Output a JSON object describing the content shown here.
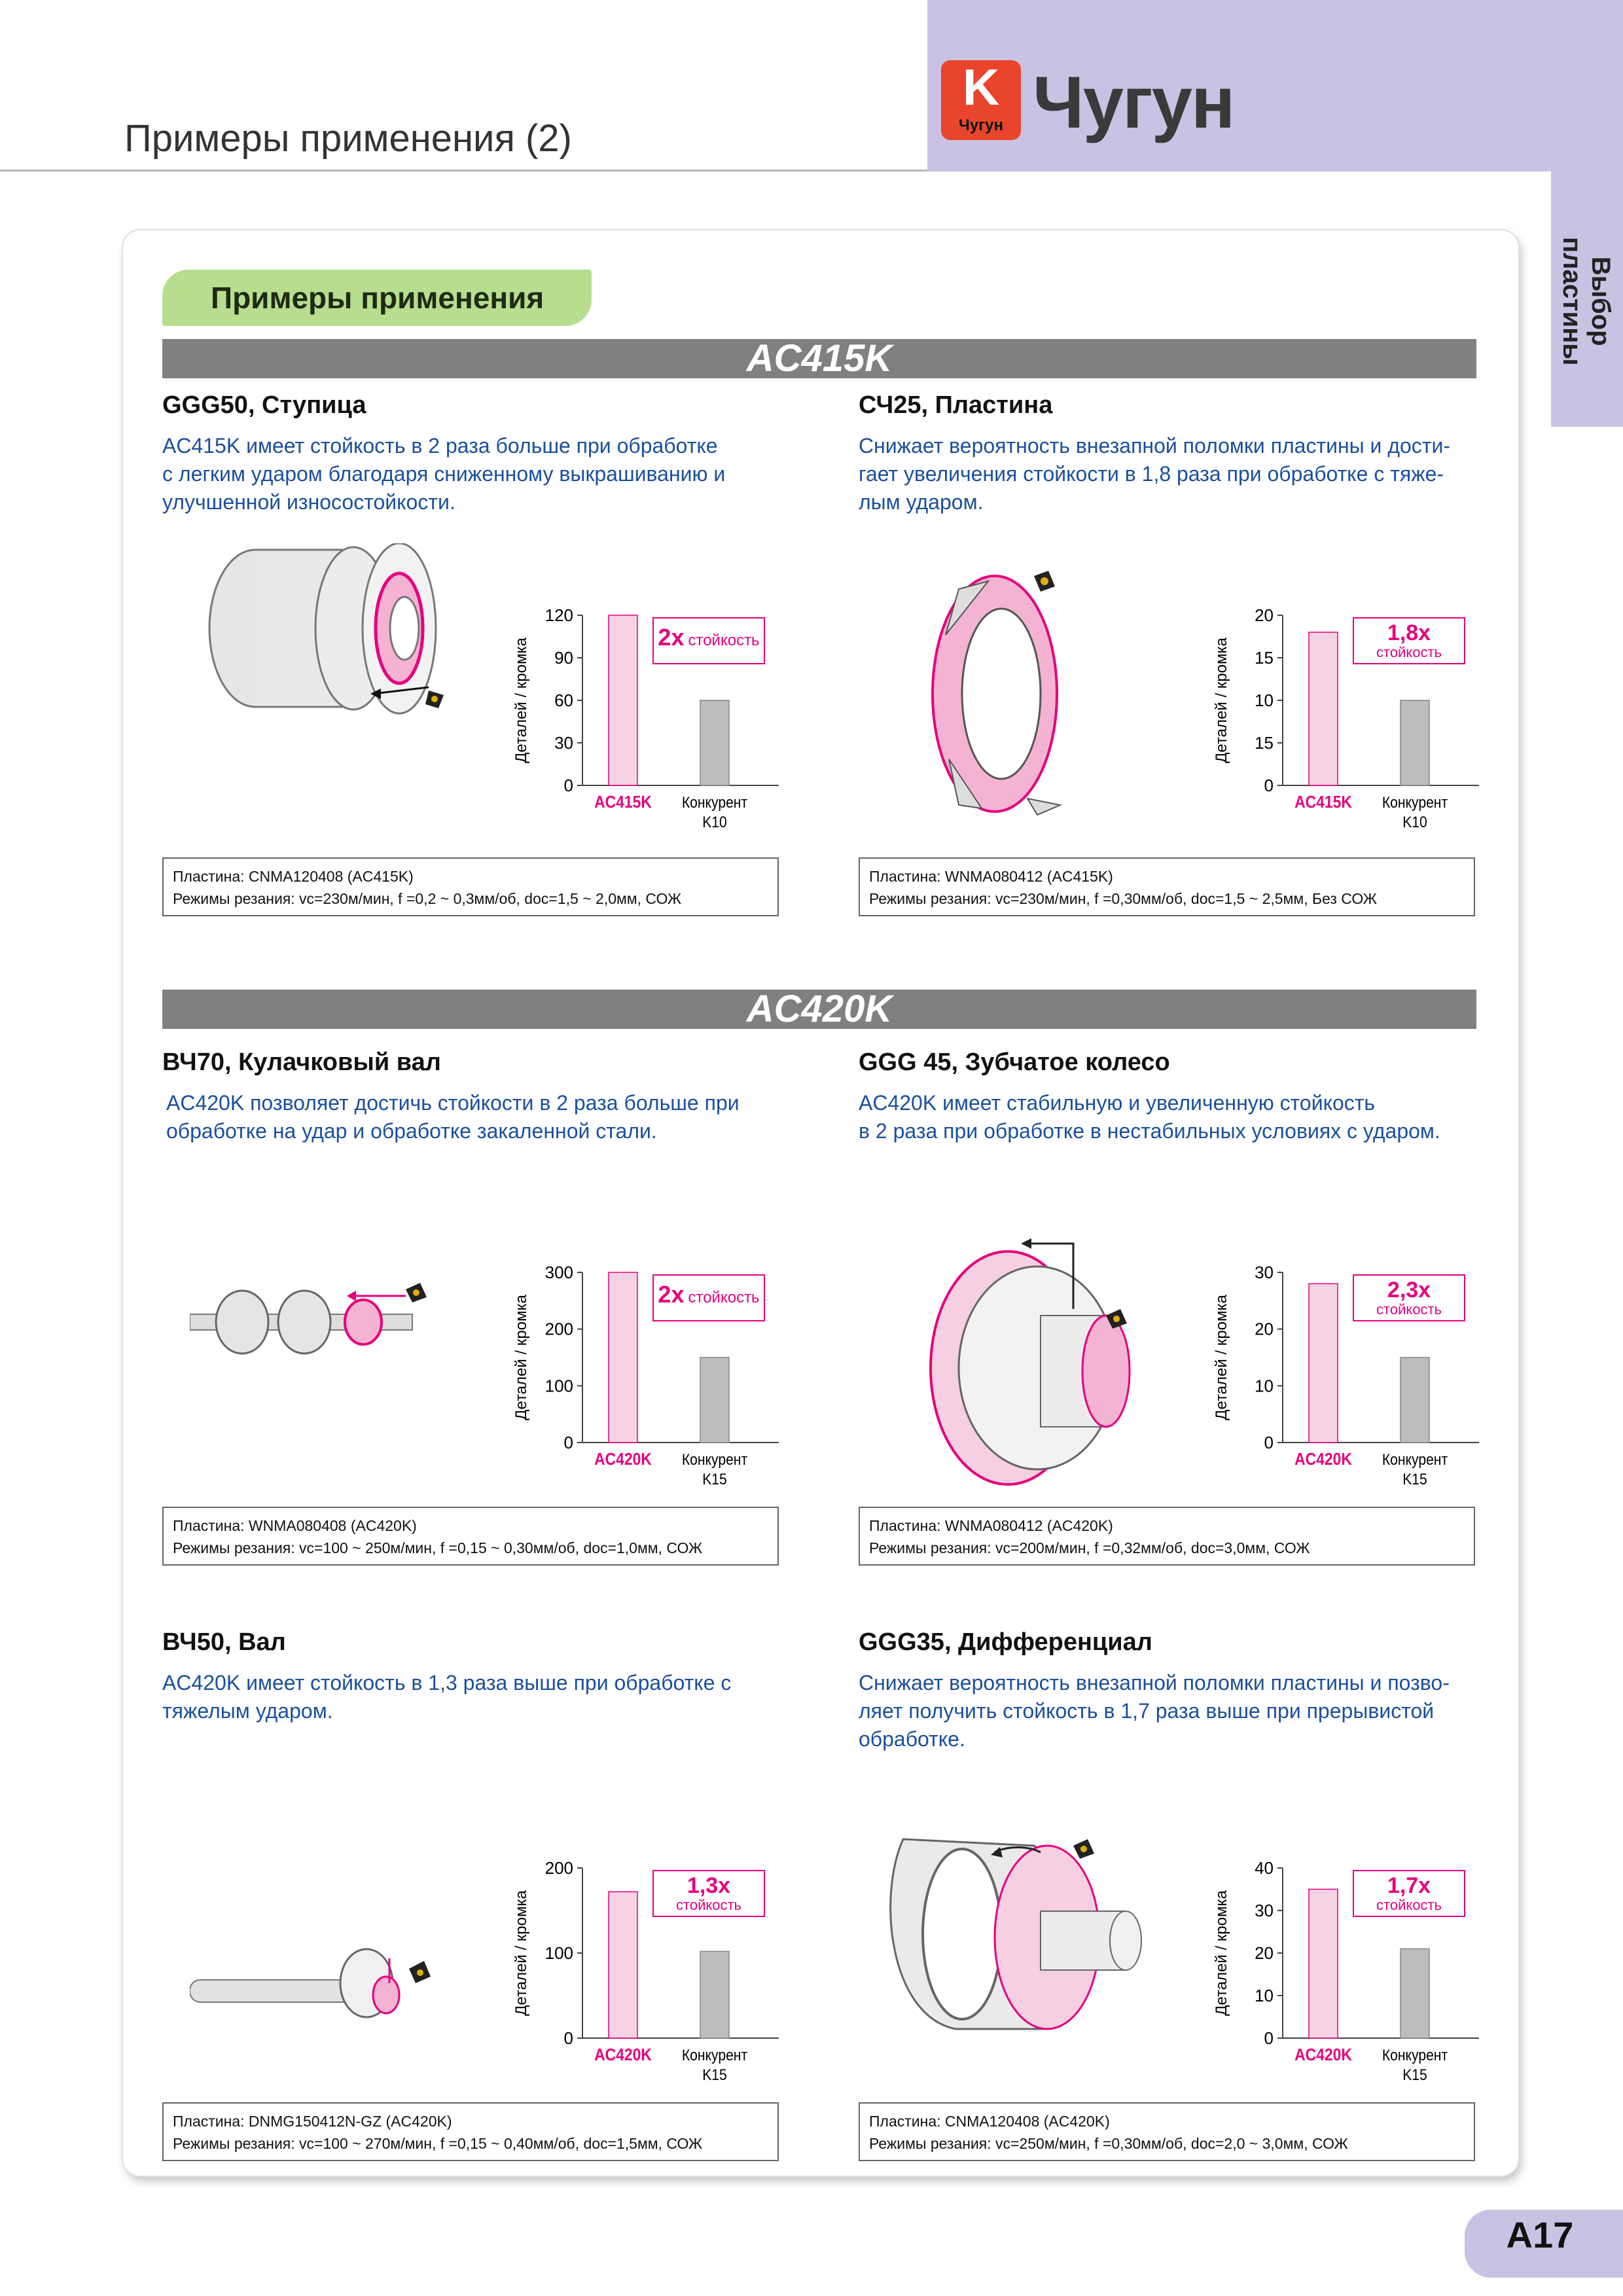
{
  "header": {
    "page_title": "Примеры применения (2)",
    "badge_letter": "K",
    "badge_sub": "Чугун",
    "category": "Чугун",
    "side_tab": "Выбор пластины"
  },
  "section_tab": "Примеры применения",
  "grades": [
    "AC415K",
    "AC420K"
  ],
  "examples": [
    {
      "title": "GGG50,  Ступица",
      "desc": [
        "AC415K имеет стойкость в 2 раза больше при обработке",
        "с легким ударом благодаря сниженному выкрашиванию и",
        "улучшенной износостойкости."
      ],
      "info_line1": "Пластина: CNMA120408 (AC415K)",
      "info_line2": "Режимы резания: vc=230м/мин, f =0,2 ~ 0,3мм/об, dос=1,5 ~ 2,0мм, СОЖ"
    },
    {
      "title": "СЧ25, Пластина",
      "desc": [
        "Снижает вероятность внезапной поломки пластины и дости-",
        "гает увеличения стойкости в 1,8 раза при обработке с тяже-",
        "лым ударом."
      ],
      "info_line1": "Пластина: WNMA080412 (AC415K)",
      "info_line2": "Режимы резания: vc=230м/мин, f =0,30мм/об, dос=1,5 ~ 2,5мм, Без СОЖ"
    },
    {
      "title": "ВЧ70, Кулачковый вал",
      "desc": [
        "AC420K позволяет достичь стойкости в 2 раза больше при",
        "обработке на удар и обработке закаленной стали."
      ],
      "info_line1": "Пластина: WNMA080408 (AC420K)",
      "info_line2": "Режимы резания: vc=100 ~ 250м/мин, f =0,15 ~ 0,30мм/об, dос=1,0мм, СОЖ"
    },
    {
      "title": "GGG 45, Зубчатое колесо",
      "desc": [
        "AC420K имеет стабильную и увеличенную стойкость",
        "в 2 раза при обработке в нестабильных условиях с ударом."
      ],
      "info_line1": "Пластина: WNMA080412 (AC420K)",
      "info_line2": "Режимы резания: vc=200м/мин, f =0,32мм/об, dос=3,0мм, СОЖ"
    },
    {
      "title": "ВЧ50, Вал",
      "desc": [
        "AC420K имеет стойкость в 1,3 раза выше при обработке с",
        "тяжелым ударом."
      ],
      "info_line1": "Пластина: DNMG150412N-GZ (AC420K)",
      "info_line2": "Режимы резания: vc=100 ~ 270м/мин, f =0,15 ~ 0,40мм/об, dос=1,5мм, СОЖ"
    },
    {
      "title": "GGG35, Дифференциал",
      "desc": [
        "Снижает вероятность внезапной поломки пластины и позво-",
        "ляет получить стойкость в 1,7 раза выше при прерывистой",
        "обработке."
      ],
      "info_line1": "Пластина: CNMA120408 (AC420K)",
      "info_line2": "Режимы резания: vc=250м/мин, f =0,30мм/об, dос=2,0 ~ 3,0мм, СОЖ"
    }
  ],
  "chart_data": [
    {
      "type": "bar",
      "ylabel": "Деталей / кромка",
      "categories": [
        "AC415K",
        "Конкурент K10"
      ],
      "values": [
        120,
        60
      ],
      "yticks": [
        "120",
        "90",
        "60",
        "30",
        "0"
      ],
      "ylim": [
        0,
        120
      ],
      "annotation": "2x стойкость",
      "colors": [
        "#f6d3e3",
        "#bdbdbd"
      ]
    },
    {
      "type": "bar",
      "ylabel": "Деталей / кромка",
      "categories": [
        "AC415K",
        "Конкурент K10"
      ],
      "values": [
        18,
        10
      ],
      "yticks": [
        "20",
        "15",
        "10",
        "15",
        "0"
      ],
      "ylim": [
        0,
        20
      ],
      "annotation": "1,8x стойкость",
      "colors": [
        "#f6d3e3",
        "#bdbdbd"
      ]
    },
    {
      "type": "bar",
      "ylabel": "Деталей / кромка",
      "categories": [
        "AC420K",
        "Конкурент K15"
      ],
      "values": [
        300,
        150
      ],
      "yticks": [
        "300",
        "200",
        "100",
        "0"
      ],
      "ylim": [
        0,
        300
      ],
      "annotation": "2x стойкость",
      "colors": [
        "#f6d3e3",
        "#bdbdbd"
      ]
    },
    {
      "type": "bar",
      "ylabel": "Деталей / кромка",
      "categories": [
        "AC420K",
        "Конкурент K15"
      ],
      "values": [
        28,
        15
      ],
      "yticks": [
        "30",
        "20",
        "10",
        "0"
      ],
      "ylim": [
        0,
        30
      ],
      "annotation": "2,3x стойкость",
      "colors": [
        "#f6d3e3",
        "#bdbdbd"
      ]
    },
    {
      "type": "bar",
      "ylabel": "Деталей / кромка",
      "categories": [
        "AC420K",
        "Конкурент K15"
      ],
      "values": [
        172,
        102
      ],
      "yticks": [
        "200",
        "100",
        "0"
      ],
      "ylim": [
        0,
        200
      ],
      "annotation": "1,3x стойкость",
      "colors": [
        "#f6d3e3",
        "#bdbdbd"
      ]
    },
    {
      "type": "bar",
      "ylabel": "Деталей / кромка",
      "categories": [
        "AC420K",
        "Конкурент K15"
      ],
      "values": [
        35,
        21
      ],
      "yticks": [
        "40",
        "30",
        "20",
        "10",
        "0"
      ],
      "ylim": [
        0,
        40
      ],
      "annotation": "1,7x стойкость",
      "colors": [
        "#f6d3e3",
        "#bdbdbd"
      ]
    }
  ],
  "page_number": "A17",
  "colors": {
    "accent_pink": "#e6007e",
    "desc_blue": "#1b4f9c",
    "header_lilac": "#c9c2e2",
    "badge_red": "#e8452c",
    "tab_green": "#b7dd8e",
    "grade_bar": "#808080"
  }
}
